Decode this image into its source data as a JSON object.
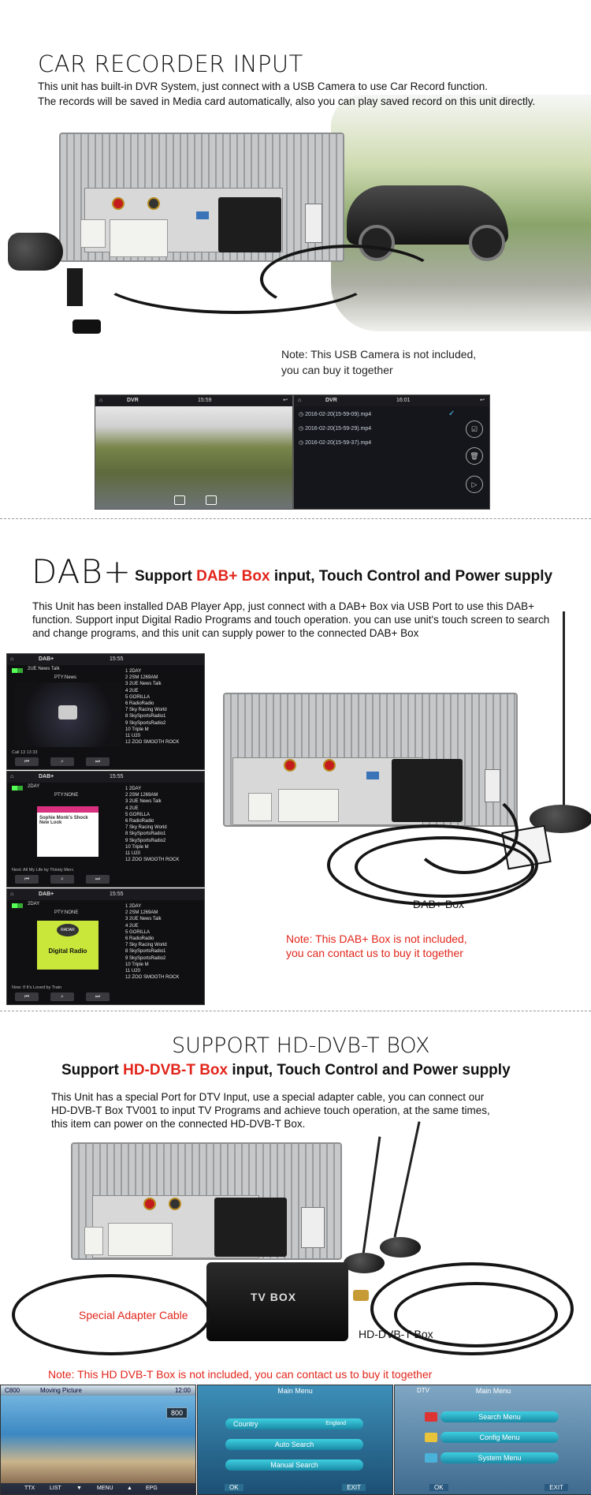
{
  "car_recorder": {
    "title": "CAR RECORDER INPUT",
    "desc1": "This unit has built-in DVR System, just connect with a USB Camera to use Car Record function.",
    "desc2": "The records will be saved in Media card automatically, also you can play saved record on this unit directly.",
    "note1": "Note: This USB Camera is not included,",
    "note2": "you can buy it together",
    "screen_left": {
      "app": "DVR",
      "time": "15:59"
    },
    "screen_right": {
      "app": "DVR",
      "time": "16:01",
      "files": [
        "2016-02-20(15-59-09).mp4",
        "2016-02-20(15-59-29).mp4",
        "2016-02-20(15-59-37).mp4"
      ]
    }
  },
  "dab": {
    "logo": "DAB+",
    "heading_pre": "Support ",
    "heading_red": "DAB+ Box",
    "heading_post": " input, Touch Control and Power supply",
    "desc": "This Unit has been installed DAB Player App, just connect with a DAB+ Box via USB Port to use this DAB+ function.  Support input Digital Radio Programs and touch operation. you can use unit's touch screen to search and change programs, and this unit can supply power to the connected DAB+ Box",
    "box_label": "DAB+ Box",
    "note1": "Note: This DAB+ Box is not included,",
    "note2": "you can contact us to buy it together",
    "screens": [
      {
        "app": "DAB+",
        "time": "15:55",
        "station": "2UE News Talk",
        "subtitle": "PTY:News",
        "footer": "Call 13 13 33",
        "list": [
          "1  2DAY",
          "2  2SM 1269AM",
          "3  2UE News Talk",
          "4  2UE",
          "5  GORILLA",
          "6  RadioRadio",
          "7  Sky Racing World",
          "8  SkySportsRadio1",
          "9  SkySportsRadio2",
          "10  Triple M",
          "11  U20",
          "12  ZOO SMOOTH ROCK"
        ]
      },
      {
        "app": "DAB+",
        "time": "15:55",
        "station": "2DAY",
        "subtitle": "PTY:NONE",
        "footer": "Next: All My Life by Thirsty Merc",
        "card_line1": "Sophie Monk's Shock",
        "card_line2": "New Look",
        "list": [
          "1  2DAY",
          "2  2SM 1269AM",
          "3  2UE News Talk",
          "4  2UE",
          "5  GORILLA",
          "6  RadioRadio",
          "7  Sky Racing World",
          "8  SkySportsRadio1",
          "9  SkySportsRadio2",
          "10  Triple M",
          "11  U20",
          "12  ZOO SMOOTH ROCK"
        ]
      },
      {
        "app": "DAB+",
        "time": "15:55",
        "station": "2DAY",
        "subtitle": "PTY:NONE",
        "footer": "Now: If It's Loved by Train",
        "card_line1": "RADAR",
        "card_line2": "Digital Radio",
        "list": [
          "1  2DAY",
          "2  2SM 1269AM",
          "3  2UE News Talk",
          "4  2UE",
          "5  GORILLA",
          "6  RadioRadio",
          "7  Sky Racing World",
          "8  SkySportsRadio1",
          "9  SkySportsRadio2",
          "10  Triple M",
          "11  U20",
          "12  ZOO SMOOTH ROCK"
        ]
      }
    ]
  },
  "dvbt": {
    "title": "SUPPORT HD-DVB-T BOX",
    "heading_pre": "Support ",
    "heading_red": "HD-DVB-T Box",
    "heading_post": " input, Touch Control and Power supply",
    "desc1": "This Unit has a special Port for DTV Input, use a special adapter cable, you can connect our",
    "desc2": "HD-DVB-T Box  TV001 to input TV Programs and achieve touch operation, at the same times,",
    "desc3": "this item can power on the connected HD-DVB-T Box.",
    "tvbox_label": "TV BOX",
    "cable_label": "Special Adapter Cable",
    "box_label": "HD-DVB-T Box",
    "note": "Note: This HD DVB-T Box is not included, you can contact us to buy it together",
    "screen1": {
      "channel": "C800",
      "title": "Moving Picture",
      "time": "12:00",
      "counter": "800",
      "buttons": [
        "TTX",
        "LIST",
        "MENU",
        "EPG"
      ]
    },
    "screen2": {
      "title": "Main Menu",
      "country_label": "Country",
      "country_value": "England",
      "items": [
        "Auto Search",
        "Manual Search"
      ],
      "ok": "OK",
      "exit": "EXIT"
    },
    "screen3": {
      "tag": "DTV",
      "title": "Main Menu",
      "items": [
        "Search Menu",
        "Config Menu",
        "System Menu"
      ],
      "ok": "OK",
      "exit": "EXIT"
    }
  }
}
